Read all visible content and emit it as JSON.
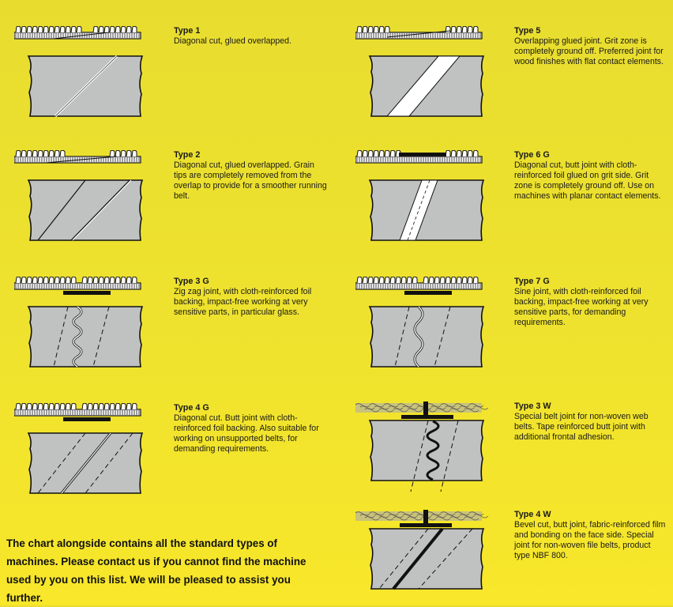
{
  "joints": [
    {
      "id": "type-1",
      "title": "Type 1",
      "description": "Diagonal cut, glued overlapped.",
      "joint": "diagonal-overlap",
      "backing": "grit"
    },
    {
      "id": "type-2",
      "title": "Type 2",
      "description": "Diagonal cut, glued overlapped. Grain tips are completely removed from the overlap to provide for a smoother running belt.",
      "joint": "diagonal-overlap-ground",
      "backing": "grit"
    },
    {
      "id": "type-3g",
      "title": "Type 3 G",
      "description": "Zig zag joint, with cloth-reinforced foil backing, impact-free working at very sensitive parts, in particular glass.",
      "joint": "zigzag-foil",
      "backing": "grit"
    },
    {
      "id": "type-4g",
      "title": "Type 4 G",
      "description": "Diagonal cut. Butt joint with cloth-reinforced foil backing. Also suitable for working on unsupported belts, for demanding requirements.",
      "joint": "diagonal-foil",
      "backing": "grit"
    },
    {
      "id": "type-5",
      "title": "Type 5",
      "description": "Overlapping glued joint. Grit zone is completely ground off. Preferred joint for wood finishes with flat contact elements.",
      "joint": "wide-overlap",
      "backing": "grit"
    },
    {
      "id": "type-6g",
      "title": "Type 6 G",
      "description": "Diagonal cut, butt joint with cloth-reinforced foil glued on grit side. Grit zone is completely ground off. Use on machines with planar contact elements.",
      "joint": "strip-foil-top",
      "backing": "grit"
    },
    {
      "id": "type-7g",
      "title": "Type 7 G",
      "description": "Sine joint, with cloth-reinforced foil backing, impact-free working at very sensitive parts, for demanding requirements.",
      "joint": "sine-foil",
      "backing": "grit"
    },
    {
      "id": "type-3w",
      "title": "Type 3 W",
      "description": "Special belt joint for non-woven web belts. Tape reinforced butt joint with additional frontal adhesion.",
      "joint": "web-zigzag",
      "backing": "web"
    },
    {
      "id": "type-4w",
      "title": "Type 4 W",
      "description": "Bevel cut, butt joint, fabric-reinforced film and bonding on the face side. Special joint for non-woven file belts, product type NBF 800.",
      "joint": "web-bevel",
      "backing": "web"
    }
  ],
  "note": "The chart alongside contains all the standard types of machines. Please contact us if you cannot find the machine used by you on this list. We will be pleased to assist you further.",
  "colors": {
    "belt": "#c0c2c2",
    "ink": "#111111",
    "web": "#c9c27a"
  }
}
